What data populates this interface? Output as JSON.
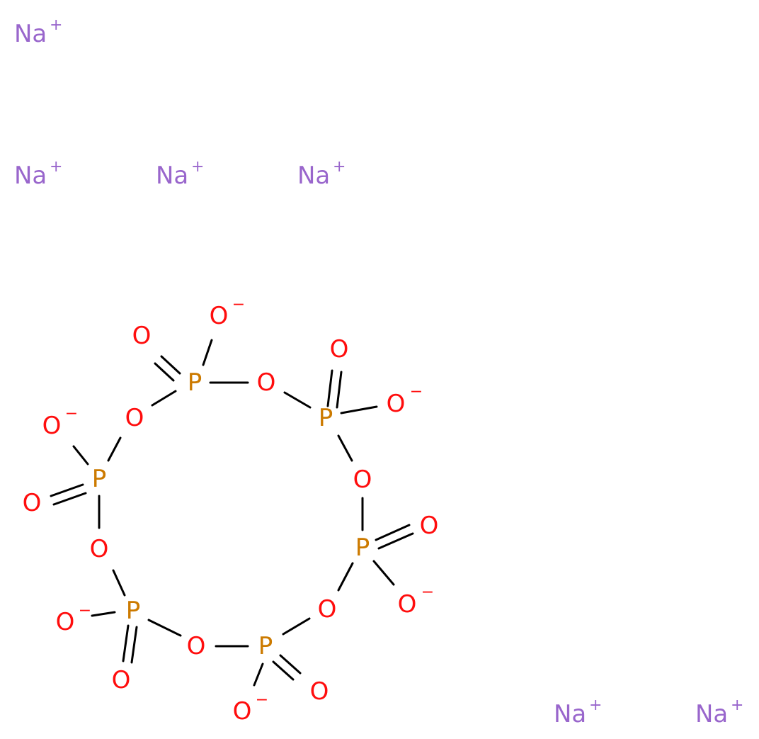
{
  "colors": {
    "phosphorus": "#CC7A00",
    "oxygen": "#FF0D0D",
    "sodium": "#9966CC",
    "bond": "#000000"
  },
  "atoms": {
    "p_top": "P",
    "p_upper_right": "P",
    "p_right": "P",
    "p_bottom_right": "P",
    "p_bottom_left": "P",
    "p_left": "P",
    "o_bridge_top": "O",
    "o_bridge_right": "O",
    "o_bridge_lower_right": "O",
    "o_bridge_bottom": "O",
    "o_bridge_lower_left": "O",
    "o_bridge_upper_left": "O",
    "o_dbl_top": "O",
    "o_dbl_upper_right": "O",
    "o_dbl_right": "O",
    "o_dbl_bottom_right": "O",
    "o_dbl_bottom_left": "O",
    "o_dbl_left": "O",
    "o_neg_top": "O",
    "o_neg_upper_right": "O",
    "o_neg_right": "O",
    "o_neg_bottom_right": "O",
    "o_neg_bottom_left": "O",
    "o_neg_left": "O"
  },
  "charges": {
    "negative": "−",
    "positive": "+"
  },
  "counterions": [
    "Na",
    "Na",
    "Na",
    "Na",
    "Na",
    "Na"
  ]
}
